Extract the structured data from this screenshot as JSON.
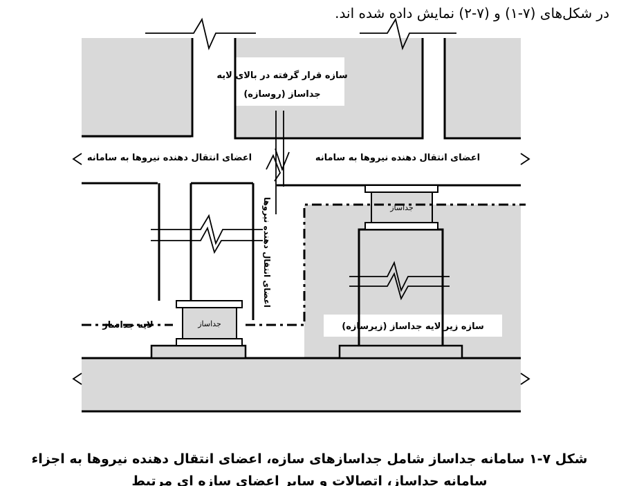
{
  "intro_text": "در شکل‌های (۷-۱) و (۷-۲) نمایش داده شده اند.",
  "labels": {
    "superstructure_line1": "سازه قرار گرفته در بالای لایه",
    "superstructure_line2": "جداساز (روسازه)",
    "transfer_left": "اعضای انتقال دهنده نیروها به سامانه",
    "transfer_right": "اعضای انتقال دهنده نیروها به سامانه",
    "transfer_vertical": "اعضای انتقال دهنده نیروها",
    "isolator_top": "جداساز",
    "isolator_bottom": "جداساز",
    "isolation_layer": "لایه جداساز",
    "substructure": "سازه زیر لایه جداساز (زیرسازه)"
  },
  "caption": {
    "line1": "شکل ۷-۱ سامانه جداساز شامل جداسازهای سازه، اعضای انتقال دهنده نیروها به اجزاء",
    "line2": "سامانه جداساز، اتصالات و سایر اعضای سازه ای مرتبط"
  },
  "colors": {
    "fill": "#d9d9d9",
    "line": "#000000",
    "background": "#ffffff"
  }
}
